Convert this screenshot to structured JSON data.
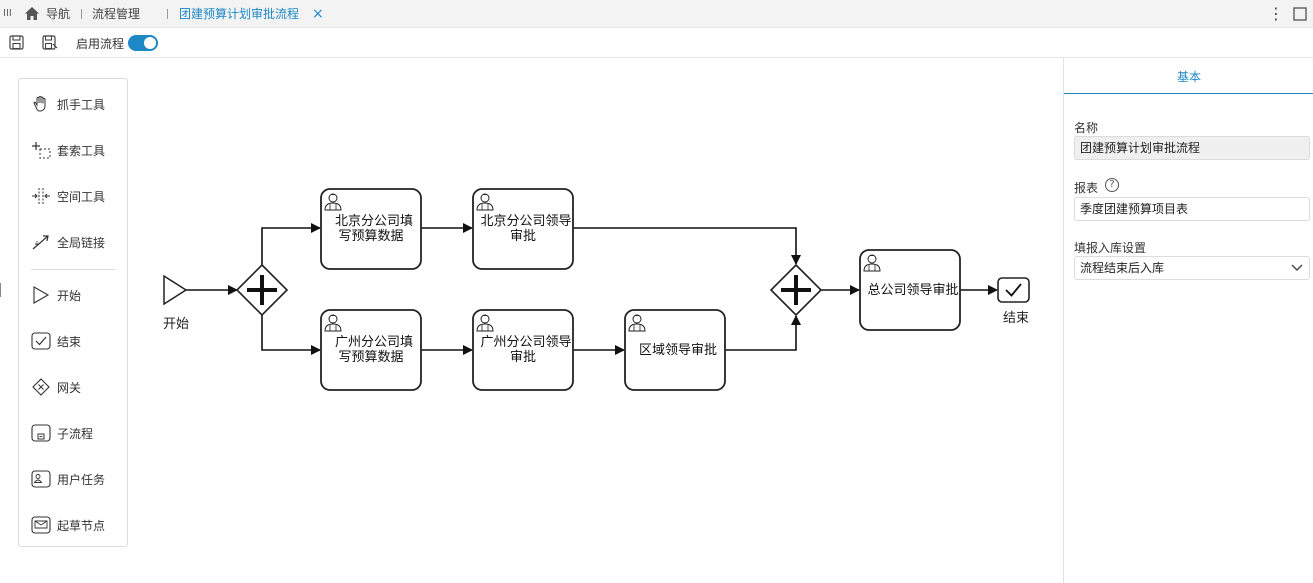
{
  "tabbar": {
    "menu_glyph": "III",
    "home_label": "导航",
    "process_mgmt_label": "流程管理",
    "active_tab_label": "团建预算计划审批流程",
    "close_glyph": "×",
    "more_glyph": "⋮"
  },
  "toolbar": {
    "enable_label": "启用流程",
    "enabled": true
  },
  "palette": {
    "items": [
      {
        "label": "抓手工具",
        "icon": "hand-icon"
      },
      {
        "label": "套索工具",
        "icon": "lasso-icon"
      },
      {
        "label": "空间工具",
        "icon": "space-icon"
      },
      {
        "label": "全局链接",
        "icon": "connect-icon"
      },
      {
        "label": "开始",
        "icon": "start-event-icon"
      },
      {
        "label": "结束",
        "icon": "end-event-icon"
      },
      {
        "label": "网关",
        "icon": "gateway-icon"
      },
      {
        "label": "子流程",
        "icon": "subprocess-icon"
      },
      {
        "label": "用户任务",
        "icon": "user-task-icon"
      },
      {
        "label": "起草节点",
        "icon": "draft-node-icon"
      }
    ]
  },
  "diagram": {
    "start_label": "开始",
    "end_label": "结束",
    "tasks": {
      "bj_fill": [
        "北京分公司填",
        "写预算数据"
      ],
      "bj_approve": [
        "北京分公司领导",
        "审批"
      ],
      "gz_fill": [
        "广州分公司填",
        "写预算数据"
      ],
      "gz_approve": [
        "广州分公司领导",
        "审批"
      ],
      "region_approve": [
        "区域领导审批"
      ],
      "hq_approve": [
        "总公司领导审批"
      ]
    }
  },
  "panel": {
    "tab_label": "基本",
    "name_label": "名称",
    "name_value": "团建预算计划审批流程",
    "report_label": "报表",
    "report_help_glyph": "?",
    "report_value": "季度团建预算项目表",
    "storage_label": "填报入库设置",
    "storage_value": "流程结束后入库"
  },
  "colors": {
    "accent": "#1e88c7",
    "diagram_stroke": "#222222"
  }
}
